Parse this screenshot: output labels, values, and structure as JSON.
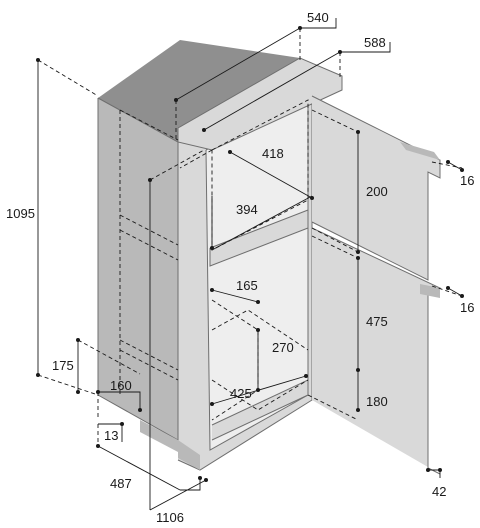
{
  "dimensions": {
    "top_width": "540",
    "top_width_door": "588",
    "depth_upper": "418",
    "depth_upper_inner": "394",
    "height_freezer": "200",
    "door_gap_upper": "16",
    "total_height": "1095",
    "depth_lower_small": "165",
    "height_fridge": "475",
    "door_gap_lower": "16",
    "depth_lower_shelf": "270",
    "depth_lower_inner": "425",
    "height_lower": "180",
    "plinth_height": "175",
    "plinth_depth": "160",
    "plinth_offset": "13",
    "door_thickness": "42",
    "overall_depth": "487",
    "overall_depth_open": "1106"
  }
}
